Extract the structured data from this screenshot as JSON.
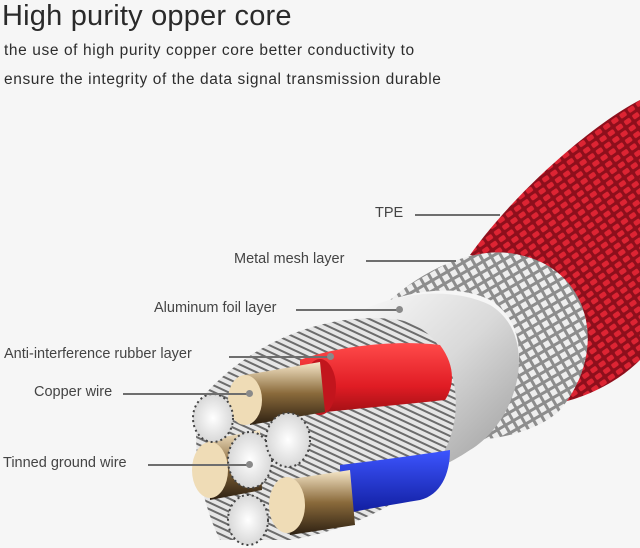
{
  "header": {
    "title": "High purity opper core",
    "description_line1": "the use of high purity copper core better conductivity to",
    "description_line2": "ensure the integrity of the data signal transmission durable"
  },
  "callouts": [
    {
      "id": "tpe",
      "label": "TPE"
    },
    {
      "id": "metal-mesh",
      "label": "Metal mesh layer"
    },
    {
      "id": "aluminum-foil",
      "label": "Aluminum foil layer"
    },
    {
      "id": "rubber",
      "label": "Anti-interference rubber layer"
    },
    {
      "id": "copper",
      "label": "Copper wire"
    },
    {
      "id": "tinned",
      "label": "Tinned ground wire"
    }
  ],
  "colors": {
    "background": "#f6f6f6",
    "braid_red": "#c8192b",
    "mesh_silver": "#c9c9c9",
    "insulation_red": "#e3202a",
    "insulation_blue": "#1d2fd0",
    "copper_end": "#efdcb6",
    "leader_line": "#6e6e6e"
  }
}
